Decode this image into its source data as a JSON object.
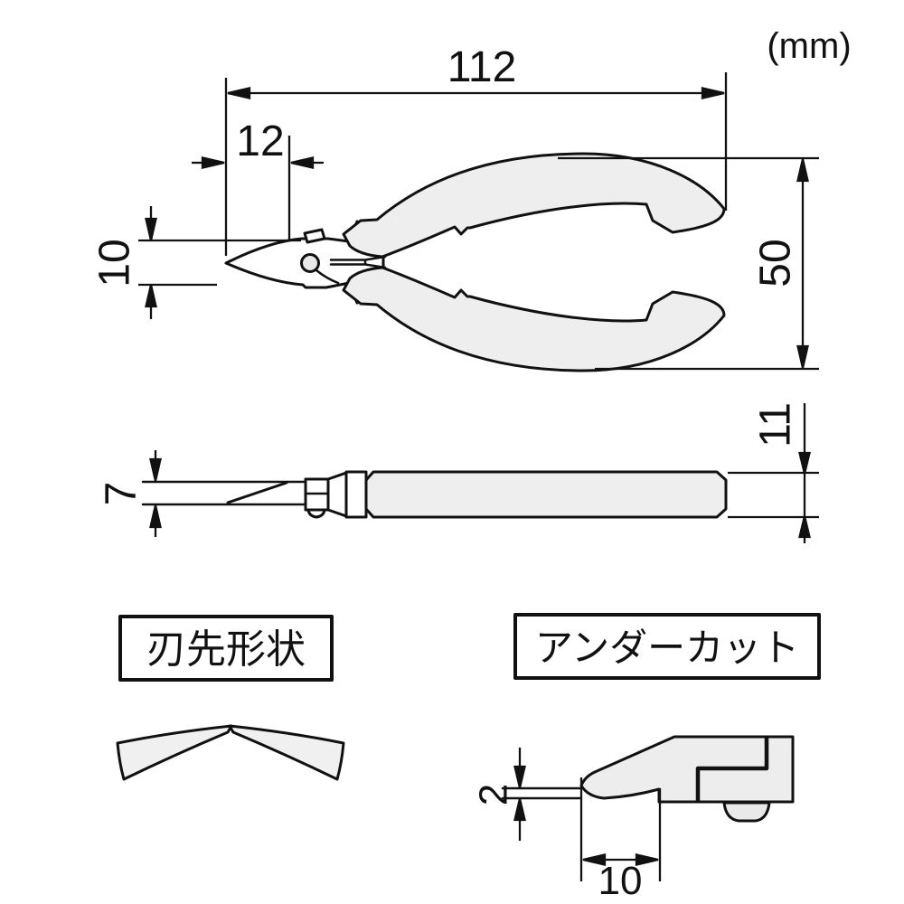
{
  "unit_label": "(mm)",
  "dimensions": {
    "overall_length": "112",
    "jaw_length": "12",
    "jaw_height": "10",
    "handle_open_width": "50",
    "blade_thickness": "7",
    "handle_thickness": "11",
    "undercut_height": "2",
    "undercut_length": "10"
  },
  "panels": {
    "blade_shape_label": "刃先形状",
    "undercut_label": "アンダーカット"
  },
  "colors": {
    "line": "#111111",
    "fill_light": "#eeeeee",
    "background": "#ffffff"
  }
}
